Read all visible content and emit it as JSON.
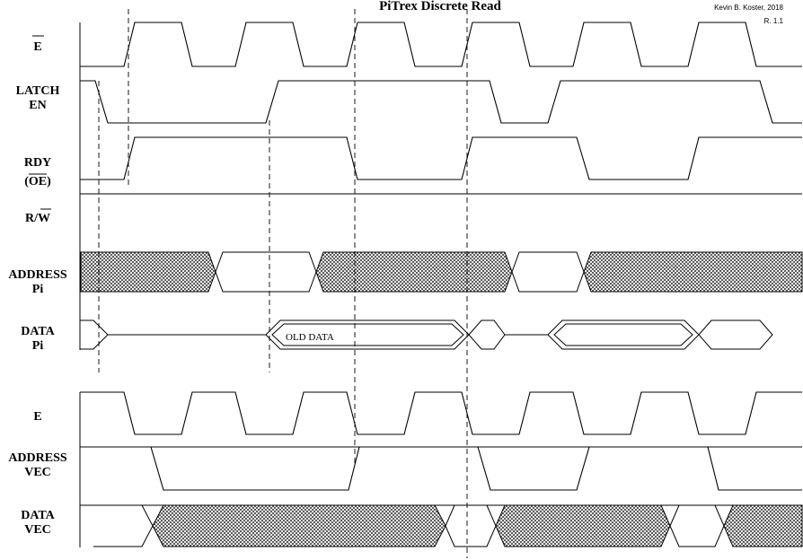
{
  "title": "PiTrex Discrete Read",
  "author": "Kevin B. Koster, 2018",
  "revision": "R. 1.1",
  "signals": [
    {
      "id": "e_bar",
      "line1": "E",
      "line2": "",
      "overline": true
    },
    {
      "id": "latch_en",
      "line1": "LATCH",
      "line2": "EN"
    },
    {
      "id": "rdy_oe",
      "line1": "RDY",
      "line2": "(OE)"
    },
    {
      "id": "rw",
      "line1": "R/W",
      "line2": ""
    },
    {
      "id": "address_pi",
      "line1": "ADDRESS",
      "line2": "Pi"
    },
    {
      "id": "data_pi",
      "line1": "DATA",
      "line2": "Pi"
    },
    {
      "id": "e",
      "line1": "E",
      "line2": ""
    },
    {
      "id": "address_vec",
      "line1": "ADDRESS",
      "line2": "VEC"
    },
    {
      "id": "data_vec",
      "line1": "DATA",
      "line2": "VEC"
    }
  ],
  "annotations": {
    "old_data": "OLD DATA"
  }
}
